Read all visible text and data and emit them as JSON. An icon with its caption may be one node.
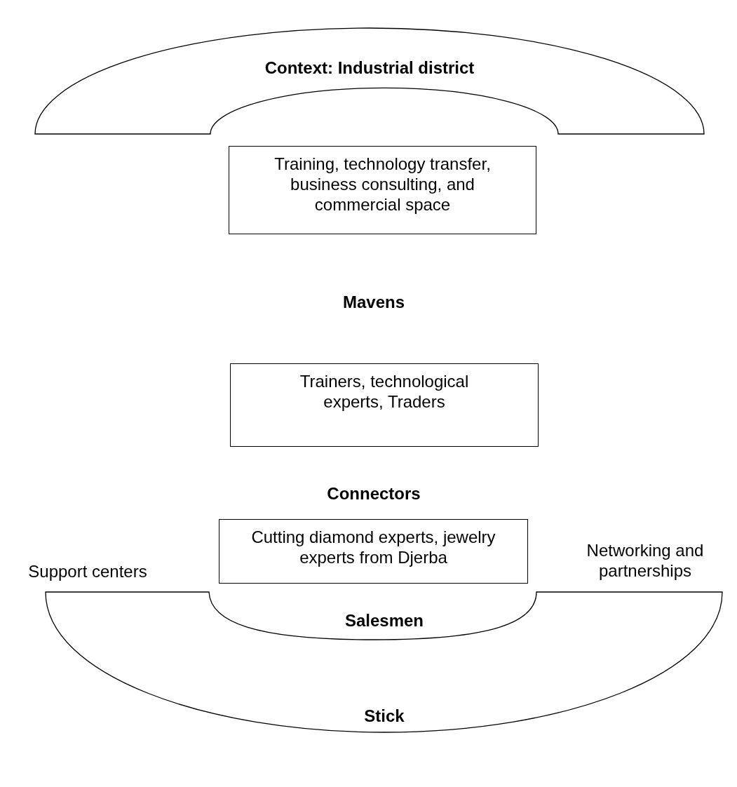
{
  "diagram": {
    "nodes": [
      {
        "text": [
          "Context: Industrial district"
        ]
      },
      {
        "text": [
          "Training, technology transfer, business consulting, and commercial space"
        ]
      },
      {
        "text": [
          "Trainers, technological experts, Traders"
        ]
      },
      {
        "text": [
          "Cutting diamond experts, jewelry experts from Djerba"
        ]
      },
      {
        "text": [
          "Salesmen",
          "Stick"
        ]
      }
    ],
    "labels": [
      "Mavens",
      "Connectors",
      "Support centers",
      "Networking and partnerships"
    ]
  }
}
